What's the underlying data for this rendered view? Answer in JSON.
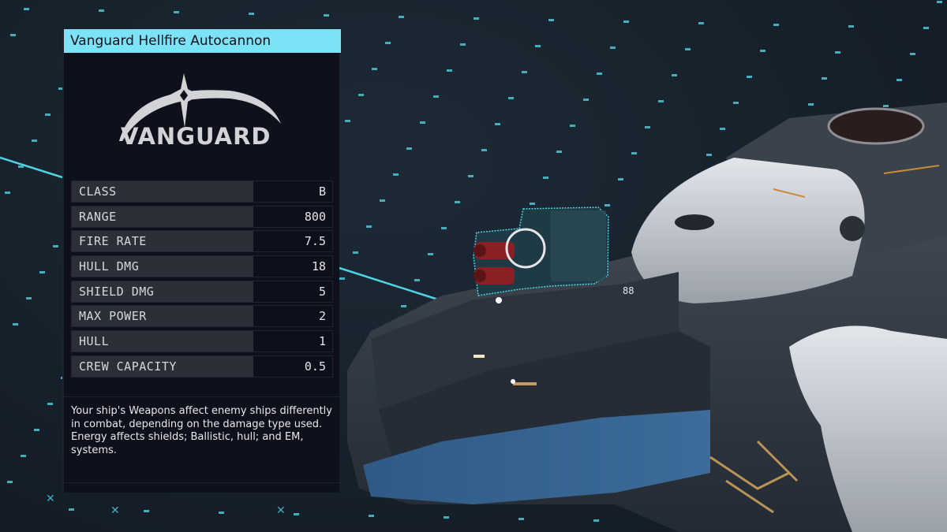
{
  "item": {
    "title": "Vanguard Hellfire Autocannon",
    "manufacturer_logo": "vanguard-logo",
    "manufacturer_name": "VANGUARD"
  },
  "stats": [
    {
      "label": "CLASS",
      "value": "B"
    },
    {
      "label": "RANGE",
      "value": "800"
    },
    {
      "label": "FIRE RATE",
      "value": "7.5"
    },
    {
      "label": "HULL DMG",
      "value": "18"
    },
    {
      "label": "SHIELD DMG",
      "value": "5"
    },
    {
      "label": "MAX POWER",
      "value": "2"
    },
    {
      "label": "HULL",
      "value": "1"
    },
    {
      "label": "CREW CAPACITY",
      "value": "0.5"
    }
  ],
  "description": "Your ship's Weapons affect enemy ships differently in combat, depending on the damage type used. Energy affects shields; Ballistic, hull; and EM, systems.",
  "colors": {
    "accent": "#7ce2f6",
    "panel_bg": "#0e111b",
    "label_bg": "#2b2f38",
    "value_bg": "#0d101a",
    "background": "#17212b"
  },
  "scene": {
    "selected_module": "weapon-module-highlighted",
    "ship_model": "ship-3d-view"
  }
}
